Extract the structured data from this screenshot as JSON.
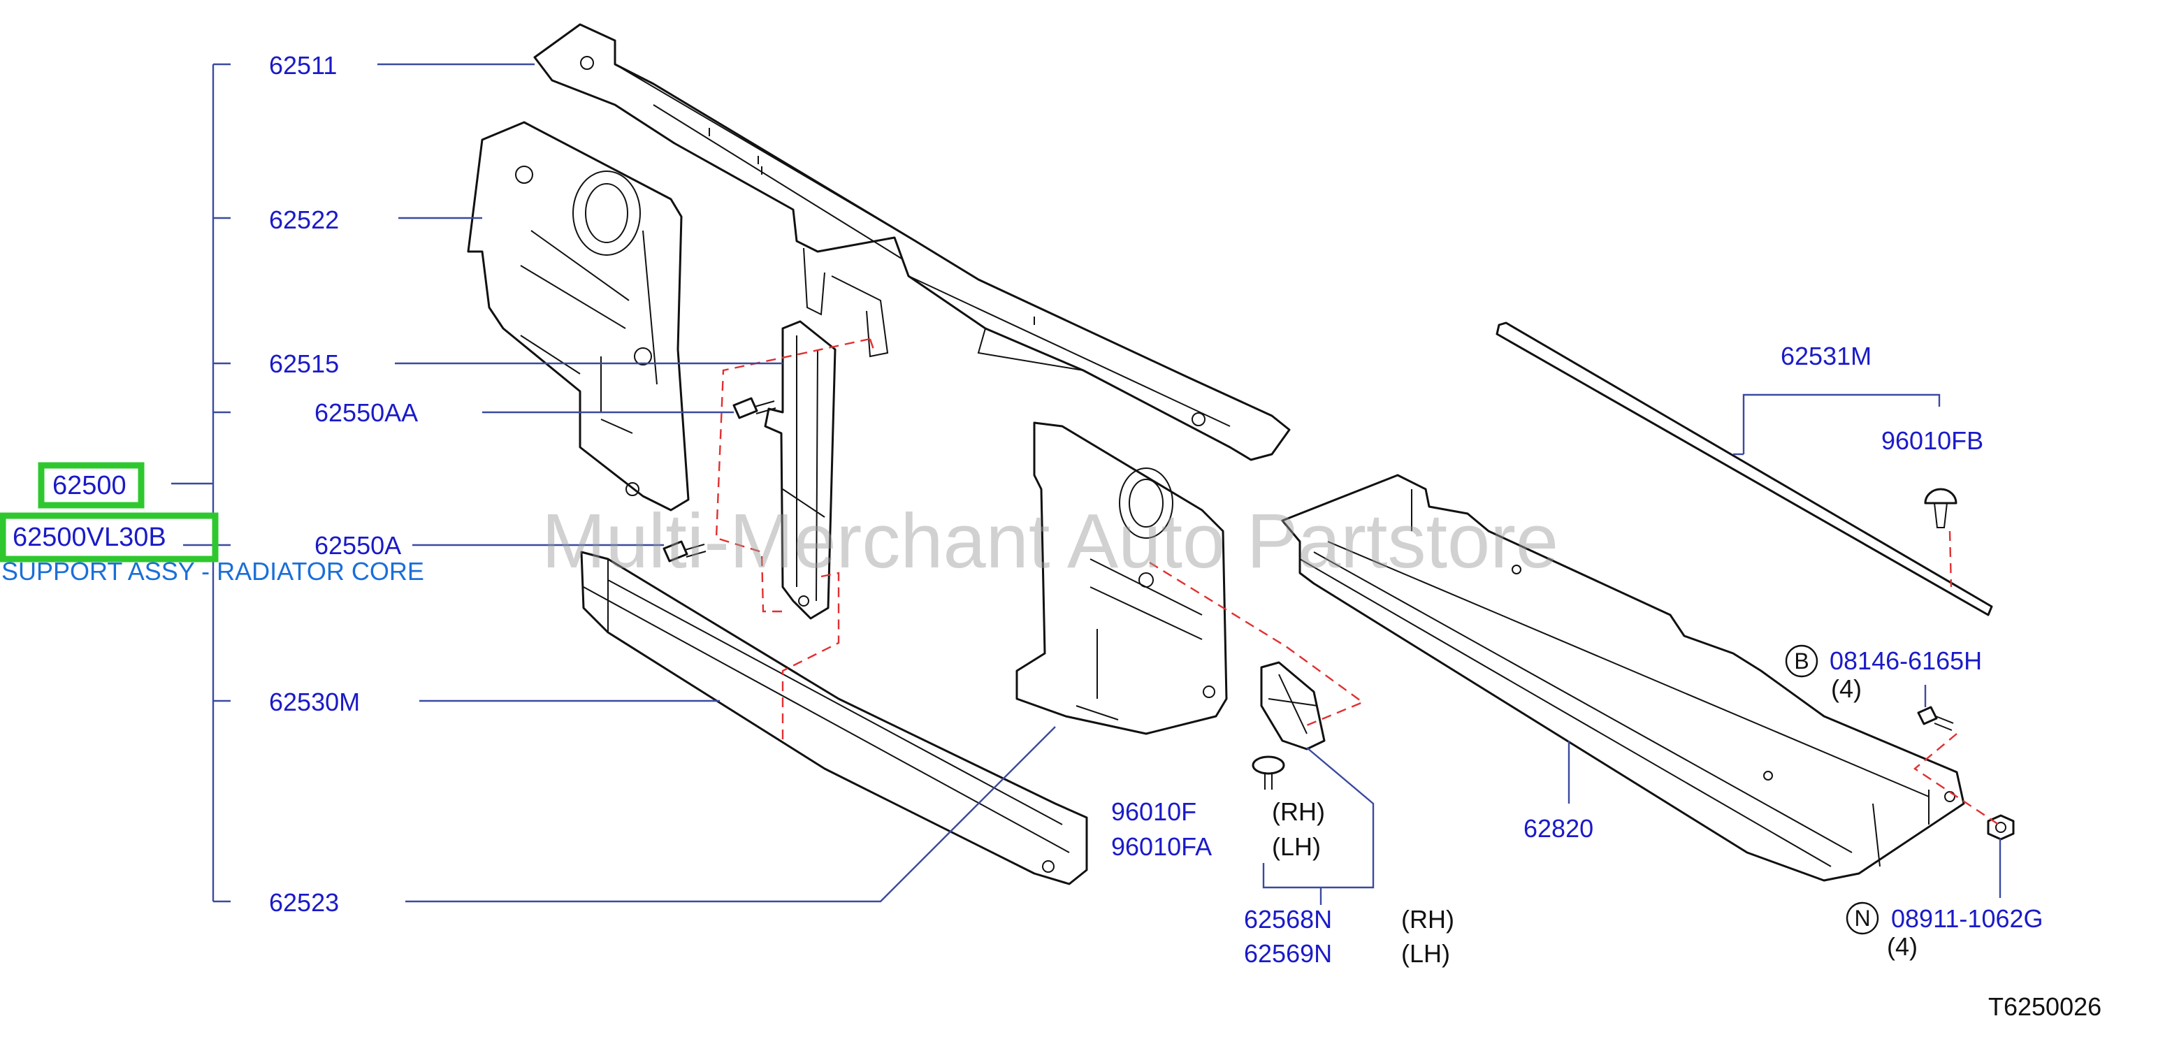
{
  "watermark": "Multi-Merchant Auto Partstore",
  "drawing_id": "T6250026",
  "selected": {
    "part_number": "62500",
    "oem_number": "62500VL30B",
    "description": "SUPPORT ASSY - RADIATOR CORE"
  },
  "callouts": {
    "c62511": "62511",
    "c62522": "62522",
    "c62515": "62515",
    "c62550AA": "62550AA",
    "c62550A": "62550A",
    "c62530M": "62530M",
    "c62523": "62523",
    "c62531M": "62531M",
    "c96010FB": "96010FB",
    "c08146": "08146-6165H",
    "c08146_qty": "(4)",
    "c62820": "62820",
    "c96010F": "96010F",
    "c96010FA": "96010FA",
    "c96010F_side": "(RH)",
    "c96010FA_side": "(LH)",
    "c62568N": "62568N",
    "c62569N": "62569N",
    "c62568N_side": "(RH)",
    "c62569N_side": "(LH)",
    "c08911": "08911-1062G",
    "c08911_qty": "(4)"
  },
  "symbols": {
    "bolt_marker": "B",
    "nut_marker": "N"
  },
  "colors": {
    "callout": "#1a1ac8",
    "description": "#1a6fd8",
    "highlight": "#2ec82e",
    "dashed": "#e03030"
  }
}
